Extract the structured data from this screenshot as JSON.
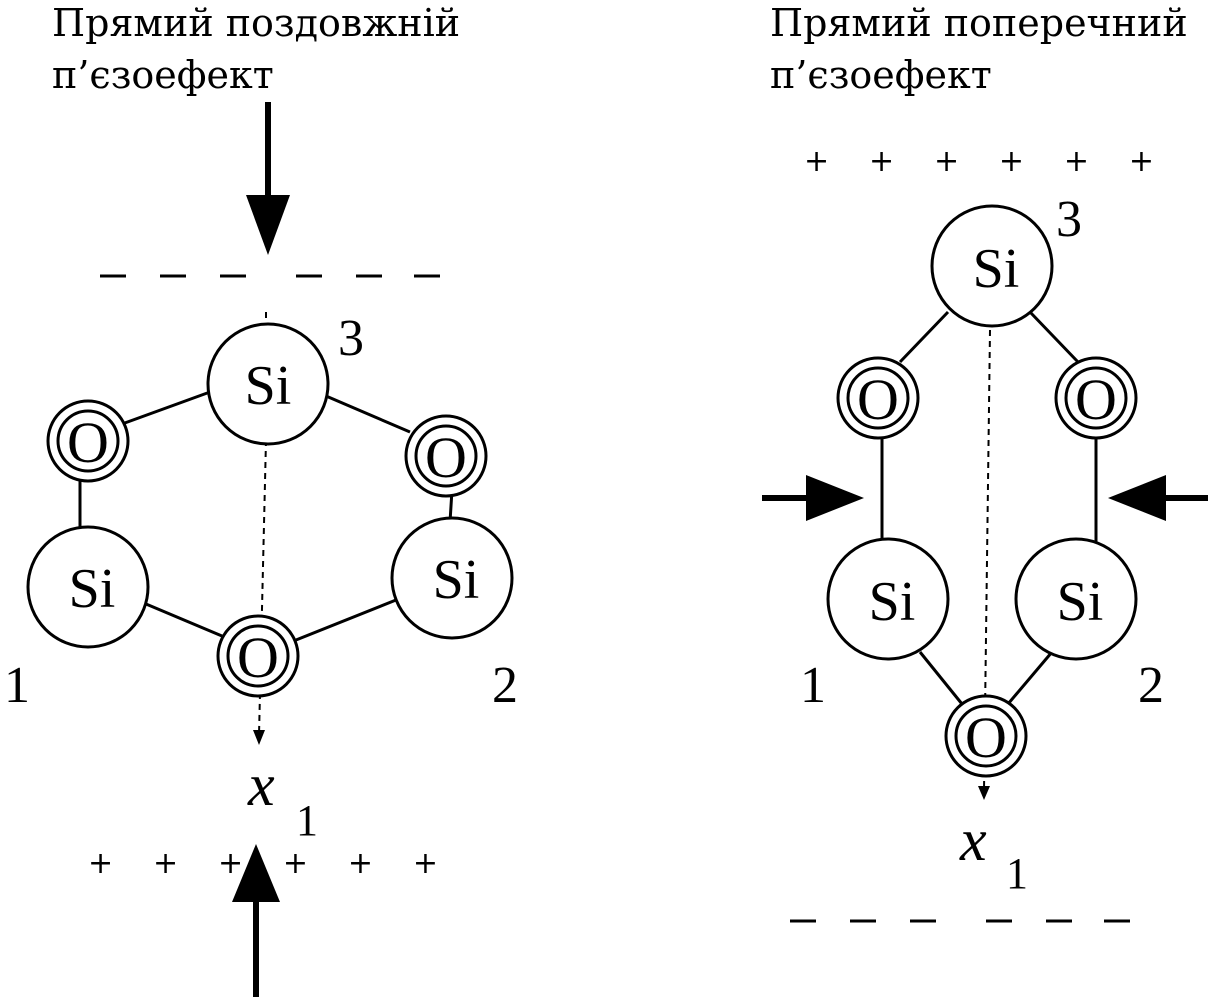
{
  "left": {
    "title_line1": "Прямий поздовжній",
    "title_line2": "п’єзоефект",
    "top_charges": "– – – – – –",
    "bottom_charges": "+ + + + + +",
    "atoms": {
      "si_top": "Si",
      "si_left": "Si",
      "si_right": "Si",
      "o_left": "O",
      "o_right": "O",
      "o_bottom": "O"
    },
    "labels": {
      "n1": "1",
      "n2": "2",
      "n3": "3"
    },
    "axis": {
      "symbol": "x",
      "subscript": "1"
    }
  },
  "right": {
    "title_line1": "Прямий поперечний",
    "title_line2": "п’єзоефект",
    "top_charges": "+ + + + + +",
    "bottom_charges": "– – – – – –",
    "atoms": {
      "si_top": "Si",
      "si_left": "Si",
      "si_right": "Si",
      "o_left": "O",
      "o_right": "O",
      "o_bottom": "O"
    },
    "labels": {
      "n1": "1",
      "n2": "2",
      "n3": "3"
    },
    "axis": {
      "symbol": "x",
      "subscript": "1"
    }
  }
}
